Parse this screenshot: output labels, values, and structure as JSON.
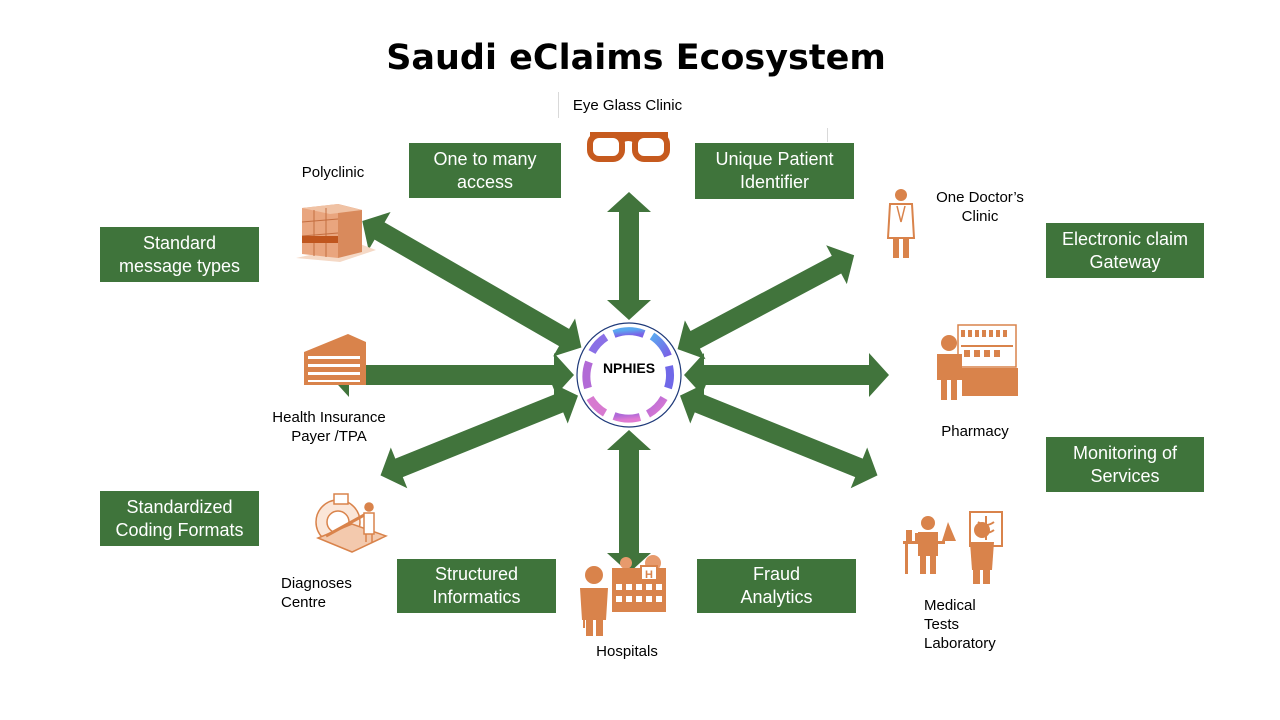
{
  "title": "Saudi eClaims Ecosystem",
  "hub_label": "NPHIES",
  "feature_boxes": [
    "One to many\naccess",
    "Unique Patient\nIdentifier",
    "Standard\nmessage types",
    "Electronic claim\nGateway",
    "Monitoring of\nServices",
    "Standardized\nCoding Formats",
    "Structured\nInformatics",
    "Fraud\nAnalytics"
  ],
  "nodes": {
    "eye_glass_clinic": "Eye Glass Clinic",
    "polyclinic": "Polyclinic",
    "one_doctor_clinic": "One Doctor’s\nClinic",
    "health_insurance": "Health Insurance\nPayer /TPA",
    "pharmacy": "Pharmacy",
    "diagnoses_centre": "Diagnoses\nCentre",
    "hospitals": "Hospitals",
    "medical_lab": "Medical\nTests\nLaboratory"
  },
  "colors": {
    "box_green": "#3f743b",
    "arrow_green": "#41743c",
    "icon_orange": "#d9834b"
  },
  "icons": [
    "eyeglasses-icon",
    "polyclinic-building-icon",
    "doctor-icon",
    "office-building-icon",
    "pharmacy-icon",
    "diagnostic-scanner-icon",
    "hospital-icon",
    "laboratory-icon"
  ]
}
